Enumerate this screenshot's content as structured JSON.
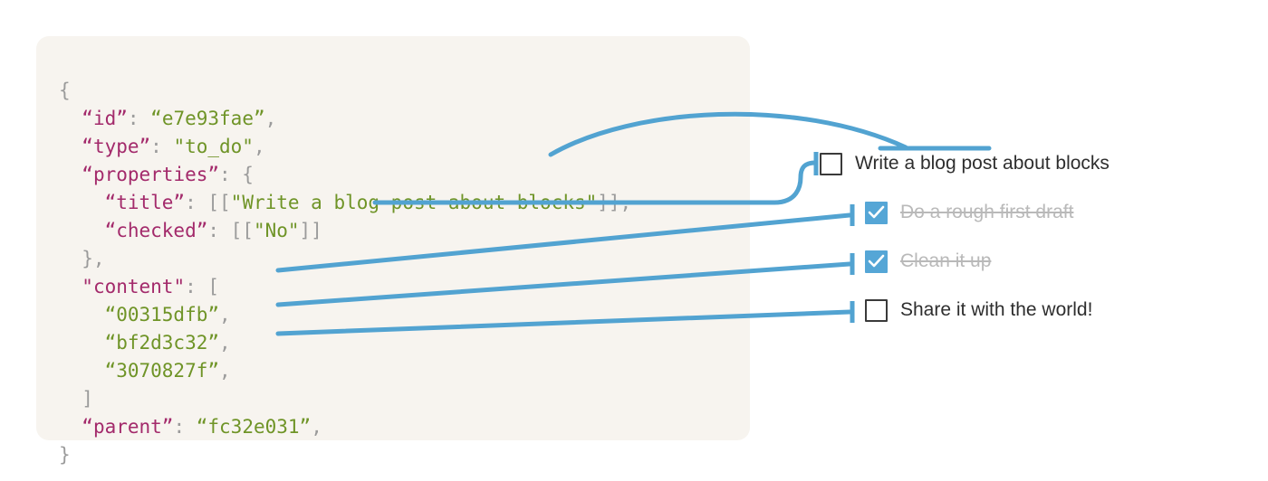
{
  "colors": {
    "panel_bg": "#f7f4ef",
    "connector_blue": "#52a3d1",
    "checkbox_checked": "#55a6d6",
    "key_color": "#a32a6b",
    "string_color": "#6f9427",
    "punctuation_color": "#9b9b9b",
    "label_color": "#2e2e2e",
    "label_done_color": "#b9b9b9"
  },
  "code": {
    "language": "json",
    "lines": [
      [
        {
          "t": "{",
          "c": "p"
        }
      ],
      [
        {
          "t": "  ",
          "c": "p"
        },
        {
          "t": "“id”",
          "c": "k"
        },
        {
          "t": ": ",
          "c": "p"
        },
        {
          "t": "“e7e93fae”",
          "c": "s"
        },
        {
          "t": ",",
          "c": "p"
        }
      ],
      [
        {
          "t": "  ",
          "c": "p"
        },
        {
          "t": "“type”",
          "c": "k"
        },
        {
          "t": ": ",
          "c": "p"
        },
        {
          "t": "\"to_do\"",
          "c": "s"
        },
        {
          "t": ",",
          "c": "p"
        }
      ],
      [
        {
          "t": "  ",
          "c": "p"
        },
        {
          "t": "“properties”",
          "c": "k"
        },
        {
          "t": ": {",
          "c": "p"
        }
      ],
      [
        {
          "t": "    ",
          "c": "p"
        },
        {
          "t": "“title”",
          "c": "k"
        },
        {
          "t": ": [[",
          "c": "p"
        },
        {
          "t": "\"Write a blog post about blocks\"",
          "c": "s"
        },
        {
          "t": "]],",
          "c": "p"
        }
      ],
      [
        {
          "t": "    ",
          "c": "p"
        },
        {
          "t": "“checked”",
          "c": "k"
        },
        {
          "t": ": [[",
          "c": "p"
        },
        {
          "t": "\"No\"",
          "c": "s"
        },
        {
          "t": "]]",
          "c": "p"
        }
      ],
      [
        {
          "t": "  },",
          "c": "p"
        }
      ],
      [
        {
          "t": "  ",
          "c": "p"
        },
        {
          "t": "\"content\"",
          "c": "k"
        },
        {
          "t": ": [",
          "c": "p"
        }
      ],
      [
        {
          "t": "    ",
          "c": "p"
        },
        {
          "t": "“00315dfb”",
          "c": "s"
        },
        {
          "t": ",",
          "c": "p"
        }
      ],
      [
        {
          "t": "    ",
          "c": "p"
        },
        {
          "t": "“bf2d3c32”",
          "c": "s"
        },
        {
          "t": ",",
          "c": "p"
        }
      ],
      [
        {
          "t": "    ",
          "c": "p"
        },
        {
          "t": "“3070827f”",
          "c": "s"
        },
        {
          "t": ",",
          "c": "p"
        }
      ],
      [
        {
          "t": "  ]",
          "c": "p"
        }
      ],
      [
        {
          "t": "  ",
          "c": "p"
        },
        {
          "t": "“parent”",
          "c": "k"
        },
        {
          "t": ": ",
          "c": "p"
        },
        {
          "t": "“fc32e031”",
          "c": "s"
        },
        {
          "t": ",",
          "c": "p"
        }
      ],
      [
        {
          "t": "}",
          "c": "p"
        }
      ]
    ]
  },
  "todo": {
    "items": [
      {
        "label": "Write a blog post about blocks",
        "checked": false
      },
      {
        "label": "Do a rough first draft",
        "checked": true
      },
      {
        "label": "Clean it up",
        "checked": true
      },
      {
        "label": "Share it with the world!",
        "checked": false
      }
    ]
  }
}
